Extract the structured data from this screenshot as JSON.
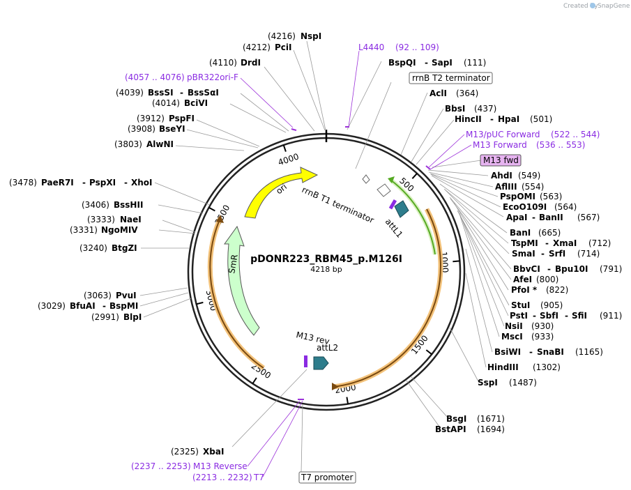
{
  "credit": {
    "prefix": "Created by",
    "brand": "SnapGene"
  },
  "plasmid": {
    "name": "pDONR223_RBM45_p.M126I",
    "length": "4218 bp"
  },
  "ruler": [
    "500",
    "1000",
    "1500",
    "2000",
    "2500",
    "3000",
    "3500",
    "4000"
  ],
  "features": {
    "ori": "ori",
    "smr": "SmR",
    "rrnb_t1": "rrnB T1 terminator",
    "attl1": "attL1",
    "attl2": "attL2",
    "m13rev": "M13 rev"
  },
  "boxed": {
    "rrnb_t2": "rrnB T2 terminator",
    "m13fwd": "M13 fwd",
    "t7promoter": "T7 promoter"
  },
  "primers": {
    "l4440_name": "L4440",
    "l4440_pos": "(92 .. 109)",
    "pbr322_pos": "(4057 .. 4076)",
    "pbr322_name": "pBR322ori-F",
    "m13puc_name": "M13/pUC Forward",
    "m13puc_pos": "(522 .. 544)",
    "m13f_name": "M13 Forward",
    "m13f_pos": "(536 .. 553)",
    "m13r_pos": "(2237 .. 2253)",
    "m13r_name": "M13 Reverse",
    "t7_pos": "(2213 .. 2232)",
    "t7_name": "T7"
  },
  "sites": {
    "nspi_pos": "(4216)",
    "nspi": "NspI",
    "pcii_pos": "(4212)",
    "pcii": "PciI",
    "drdi_pos": "(4110)",
    "drdi": "DrdI",
    "bsssi_pos": "(4039)",
    "bsssi": "BssSI",
    "bsssai": "BssSαI",
    "bcivi_pos": "(4014)",
    "bcivi": "BciVI",
    "pspfi_pos": "(3912)",
    "pspfi": "PspFI",
    "bseyi_pos": "(3908)",
    "bseyi": "BseYI",
    "alwni_pos": "(3803)",
    "alwni": "AlwNI",
    "paer7i_pos": "(3478)",
    "paer7i": "PaeR7I",
    "pspxi": "PspXI",
    "xhoi": "XhoI",
    "bsshii_pos": "(3406)",
    "bsshii": "BssHII",
    "naei_pos": "(3333)",
    "naei": "NaeI",
    "ngomiv_pos": "(3331)",
    "ngomiv": "NgoMIV",
    "btgzi_pos": "(3240)",
    "btgzi": "BtgZI",
    "pvui_pos": "(3063)",
    "pvui": "PvuI",
    "bfuai_pos": "(3029)",
    "bfuai": "BfuAI",
    "bspmi": "BspMI",
    "blpi_pos": "(2991)",
    "blpi": "BlpI",
    "xbai_pos": "(2325)",
    "xbai": "XbaI",
    "bspqi": "BspQI",
    "sapi": "SapI",
    "bspqi_pos": "(111)",
    "acli": "AclI",
    "acli_pos": "(364)",
    "bbsi": "BbsI",
    "bbsi_pos": "(437)",
    "hincii": "HincII",
    "hpai": "HpaI",
    "hincii_pos": "(501)",
    "ahdi": "AhdI",
    "ahdi_pos": "(549)",
    "aflii": "AflIII",
    "aflii_pos": "(554)",
    "pspomi": "PspOMI",
    "pspomi_pos": "(563)",
    "eco": "EcoO109I",
    "eco_pos": "(564)",
    "apai": "ApaI",
    "banii": "BanII",
    "apai_pos": "(567)",
    "bani": "BanI",
    "bani_pos": "(665)",
    "tspmi": "TspMI",
    "xmai": "XmaI",
    "tspmi_pos": "(712)",
    "smai": "SmaI",
    "srfi": "SrfI",
    "smai_pos": "(714)",
    "bbvci": "BbvCI",
    "bpu10i": "Bpu10I",
    "bbvci_pos": "(791)",
    "afei": "AfeI",
    "afei_pos": "(800)",
    "pfoi": "PfoI *",
    "pfoi_pos": "(822)",
    "stui": "StuI",
    "stui_pos": "(905)",
    "psti": "PstI",
    "sbfi": "SbfI",
    "sfii": "SfiI",
    "psti_pos": "(911)",
    "nsii": "NsiI",
    "nsii_pos": "(930)",
    "msci": "MscI",
    "msci_pos": "(933)",
    "bsiwi": "BsiWI",
    "snabi": "SnaBI",
    "bsiwi_pos": "(1165)",
    "hindiii": "HindIII",
    "hindiii_pos": "(1302)",
    "sspi": "SspI",
    "sspi_pos": "(1487)",
    "bsgi": "BsgI",
    "bsgi_pos": "(1671)",
    "bstapi": "BstAPI",
    "bstapi_pos": "(1694)"
  },
  "colors": {
    "ori": "#ffff00",
    "smr": "#ccffcc",
    "orf": "#f0a93a",
    "green_arc": "#55aa22",
    "att": "#2e7d8c",
    "primer": "#9b30d9",
    "m13fwd_fill": "#e6b3f0"
  }
}
